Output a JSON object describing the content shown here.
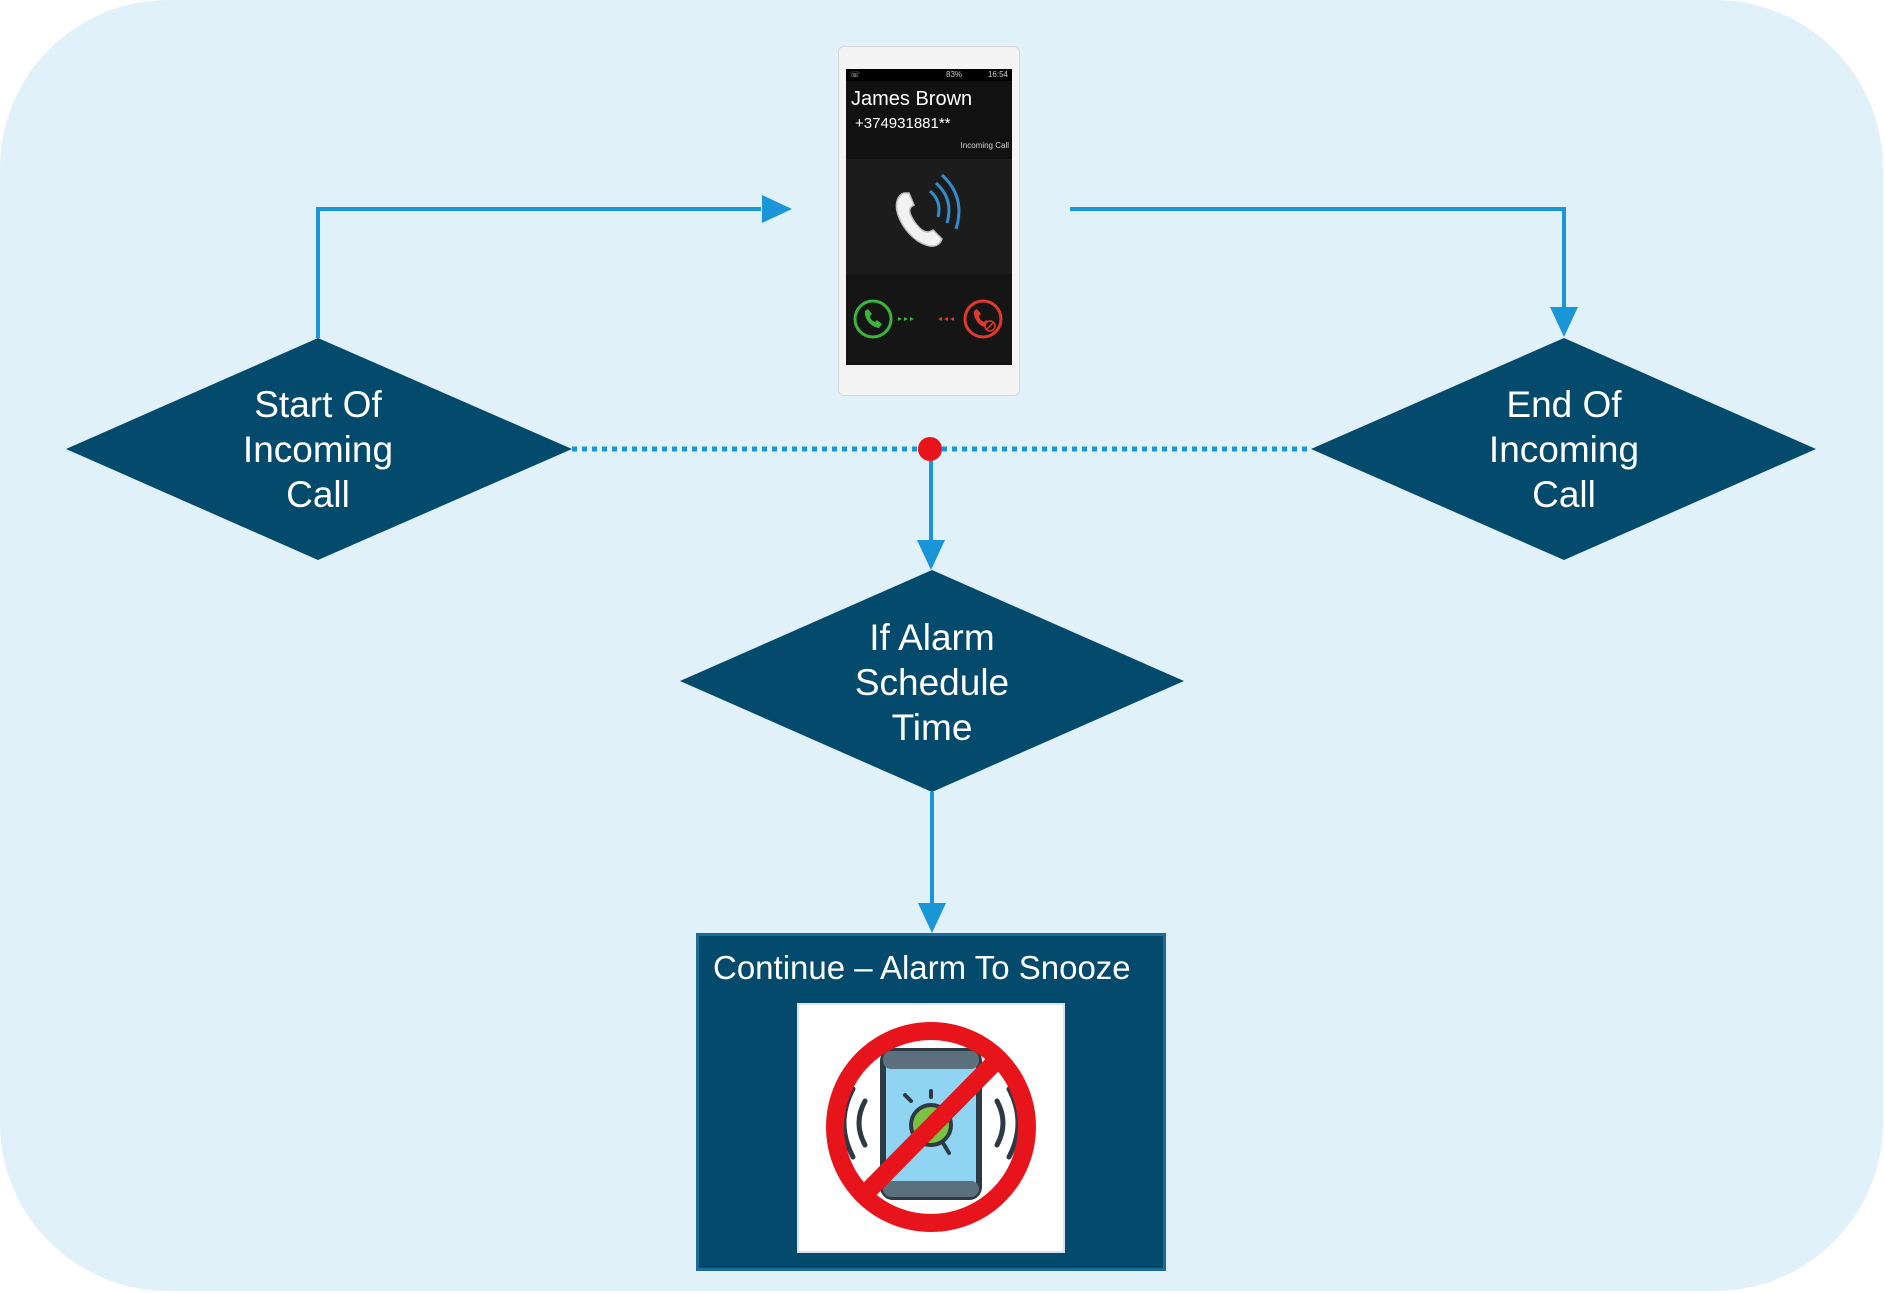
{
  "nodes": {
    "start": {
      "lines": [
        "Start Of",
        "Incoming",
        "Call"
      ]
    },
    "end": {
      "lines": [
        "End Of",
        "Incoming",
        "Call"
      ]
    },
    "alarm": {
      "lines": [
        "If Alarm",
        "Schedule",
        "Time"
      ]
    }
  },
  "result": {
    "title": "Continue – Alarm To Snooze"
  },
  "phone": {
    "caller_name": "James Brown",
    "caller_number": "+374931881**",
    "call_state": "Incoming Call",
    "clock": "16:54",
    "battery": "83%"
  },
  "colors": {
    "background": "#e1f1f9",
    "node_fill": "#034a6c",
    "arrow": "#1a96d8",
    "junction": "#e8141b",
    "prohibit": "#e8141b",
    "accept": "#3bb53b",
    "decline": "#e23a2a"
  },
  "icons": {
    "phone_handset": "phone-handset-icon",
    "accept": "accept-call-icon",
    "decline": "decline-call-icon",
    "no_alarm": "no-alarm-icon"
  }
}
